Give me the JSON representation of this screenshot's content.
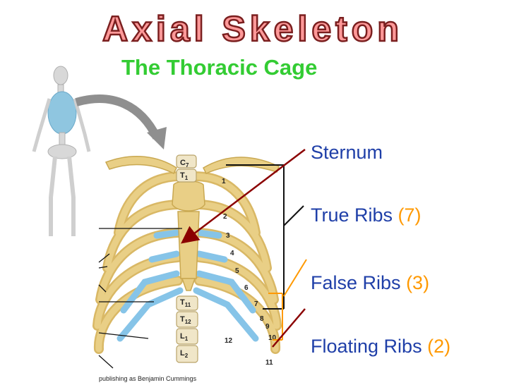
{
  "slide": {
    "title": "Axial Skeleton",
    "subtitle": "The Thoracic Cage",
    "colors": {
      "title_fill": "#ff9999",
      "title_stroke": "#7a1f1f",
      "subtitle": "#33cc33",
      "label_text": "#1f3fa8",
      "label_count": "#ff9900",
      "bone": "#e9cf86",
      "cartilage": "#86c4e8"
    }
  },
  "labels": [
    {
      "name": "Sternum",
      "count": ""
    },
    {
      "name": "True Ribs",
      "count": "(7)"
    },
    {
      "name": "False Ribs",
      "count": "(3)"
    },
    {
      "name": "Floating Ribs",
      "count": "(2)"
    }
  ],
  "figure": {
    "vertebrae": {
      "c": "C",
      "c_num": "7",
      "t": "T",
      "t_num": "1",
      "t11": "T",
      "t11_num": "11",
      "t12": "T",
      "t12_num": "12",
      "l1": "L",
      "l1_num": "1",
      "l2": "L",
      "l2_num": "2"
    },
    "rib_numbers": [
      "1",
      "2",
      "3",
      "4",
      "5",
      "6",
      "7",
      "8",
      "9",
      "10",
      "11",
      "12"
    ],
    "credit": "publishing as Benjamin Cummings"
  }
}
